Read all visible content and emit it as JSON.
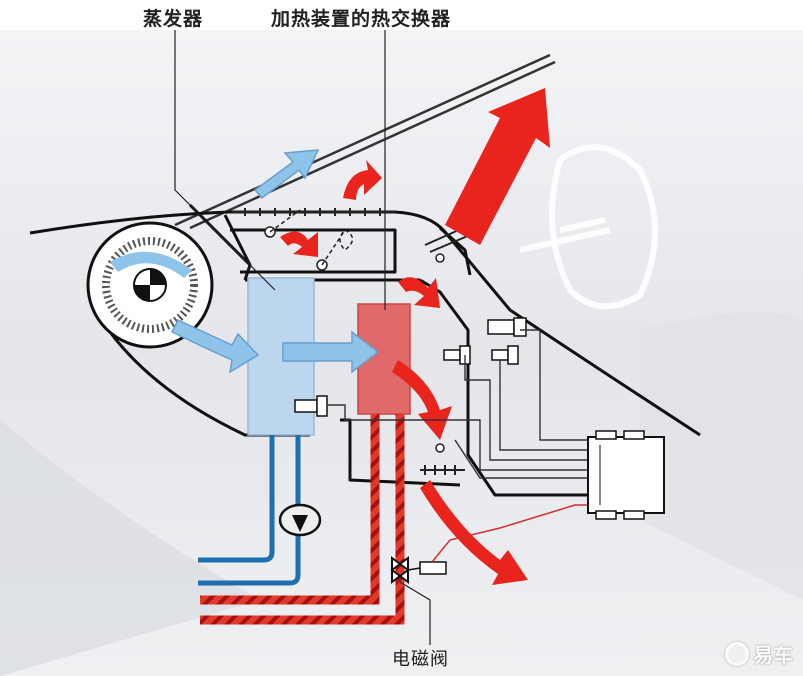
{
  "labels": {
    "evaporator": "蒸发器",
    "heat_exchanger": "加热装置的热交换器",
    "solenoid_valve": "电磁阀"
  },
  "watermark": "易车",
  "colors": {
    "hot_air": "#e8241c",
    "cold_air": "#8ec3ea",
    "hot_water": "#e02020",
    "cold_water": "#1f6fb0",
    "evaporator": "#bcd6ee",
    "heat_exchanger": "#e06a6a"
  }
}
